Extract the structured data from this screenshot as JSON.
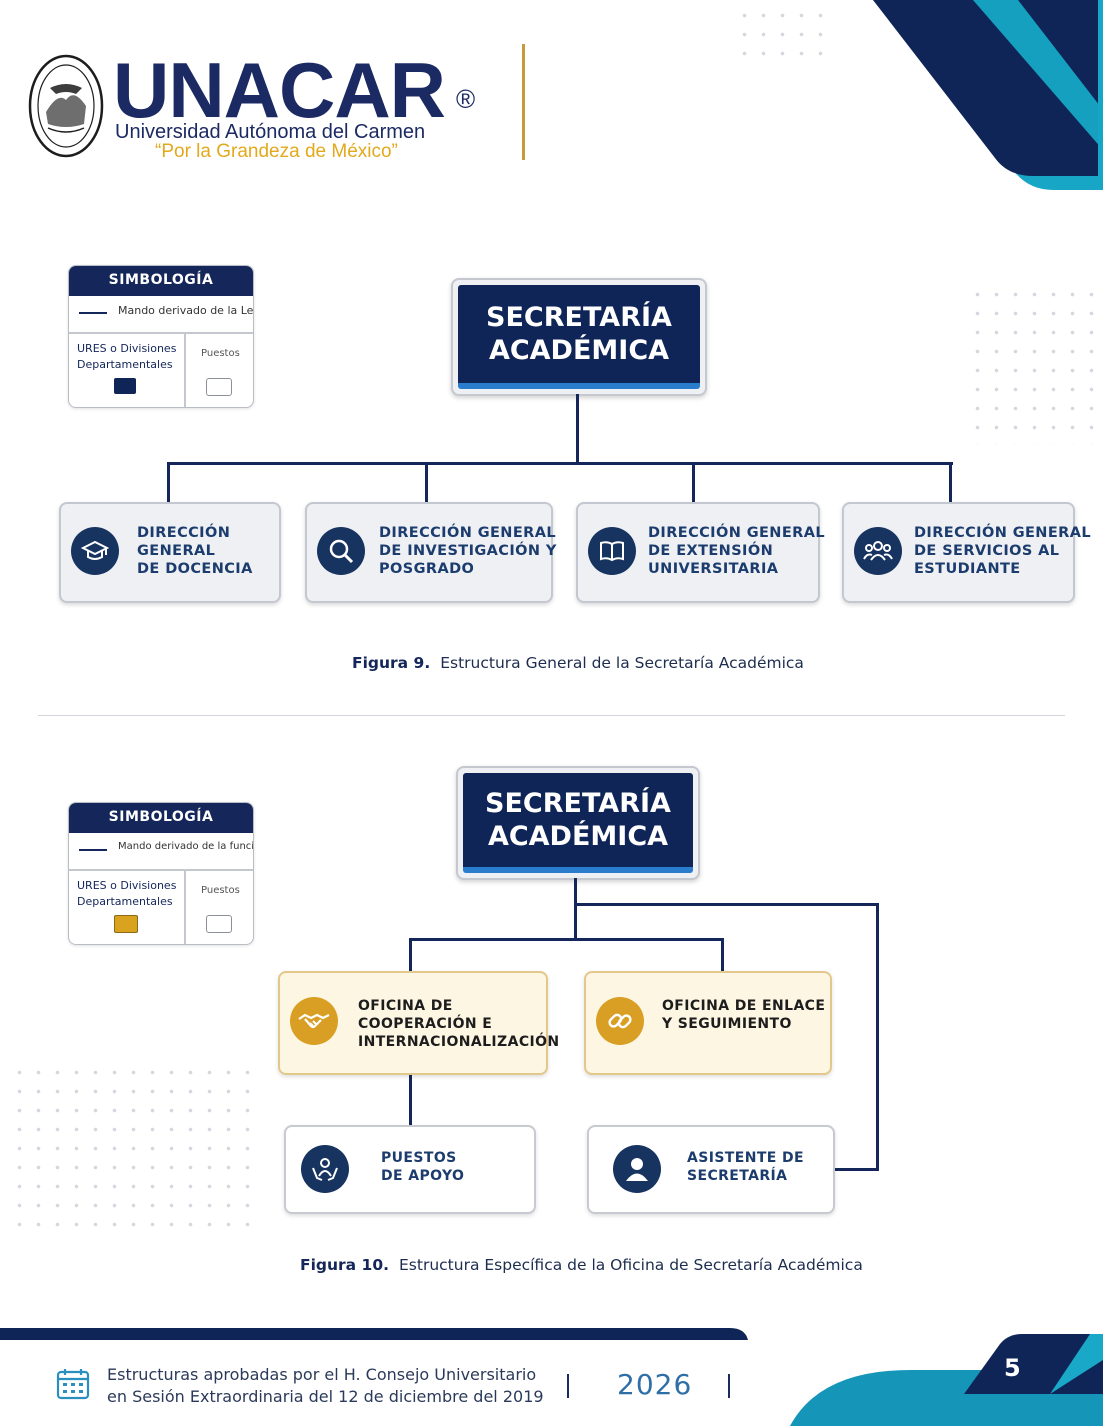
{
  "header": {
    "brand": "UNACAR",
    "registered": "®",
    "university": "Universidad Autónoma del Carmen",
    "motto": "“Por la Grandeza de México”"
  },
  "figure9": {
    "legend": {
      "title": "SIMBOLOGÍA",
      "line_label": "Mando derivado de la Ley",
      "ures_label": "URES o Divisiones Departamentales",
      "puestos_label": "Puestos",
      "swatch_color": "#0f2557"
    },
    "secretaria": {
      "line1": "SECRETARÍA",
      "line2": "ACADÉMICA"
    },
    "units": [
      {
        "lines": [
          "DIRECCIÓN",
          "GENERAL",
          "DE DOCENCIA"
        ],
        "icon": "graduation-cap-icon"
      },
      {
        "lines": [
          "DIRECCIÓN GENERAL",
          "DE INVESTIGACIÓN Y",
          "POSGRADO"
        ],
        "icon": "magnifier-icon"
      },
      {
        "lines": [
          "DIRECCIÓN GENERAL",
          "DE EXTENSIÓN",
          "UNIVERSITARIA"
        ],
        "icon": "open-book-icon"
      },
      {
        "lines": [
          "DIRECCIÓN GENERAL",
          "DE SERVICIOS AL",
          "ESTUDIANTE"
        ],
        "icon": "people-group-icon"
      }
    ],
    "caption_label": "Figura 9.",
    "caption_text": "Estructura General de la Secretaría Académica"
  },
  "figure10": {
    "legend": {
      "title": "SIMBOLOGÍA",
      "line_label": "Mando derivado de la función",
      "ures_label": "URES o Divisiones Departamentales",
      "puestos_label": "Puestos",
      "swatch_color": "#d9a21f"
    },
    "secretaria": {
      "line1": "SECRETARÍA",
      "line2": "ACADÉMICA"
    },
    "offices": [
      {
        "lines": [
          "OFICINA DE",
          "COOPERACIÓN E",
          "INTERNACIONALIZACIÓN"
        ],
        "icon": "handshake-icon"
      },
      {
        "lines": [
          "OFICINA DE ENLACE",
          "Y SEGUIMIENTO"
        ],
        "icon": "link-icon"
      }
    ],
    "positions": [
      {
        "lines": [
          "PUESTOS",
          "DE APOYO"
        ],
        "icon": "support-hands-icon"
      },
      {
        "lines": [
          "ASISTENTE DE",
          "SECRETARÍA"
        ],
        "icon": "user-icon"
      }
    ],
    "caption_label": "Figura 10.",
    "caption_text": "Estructura Específica de la Oficina de Secretaría Académica"
  },
  "footer": {
    "line1": "Estructuras aprobadas por el H. Consejo Universitario",
    "line2": "en Sesión Extraordinaria del 12 de diciembre del 2019",
    "year": "2026",
    "page": "5",
    "icon": "calendar-icon"
  },
  "colors": {
    "navy": "#0f2557",
    "gold": "#d9a21f",
    "teal": "#1f8fb3"
  }
}
